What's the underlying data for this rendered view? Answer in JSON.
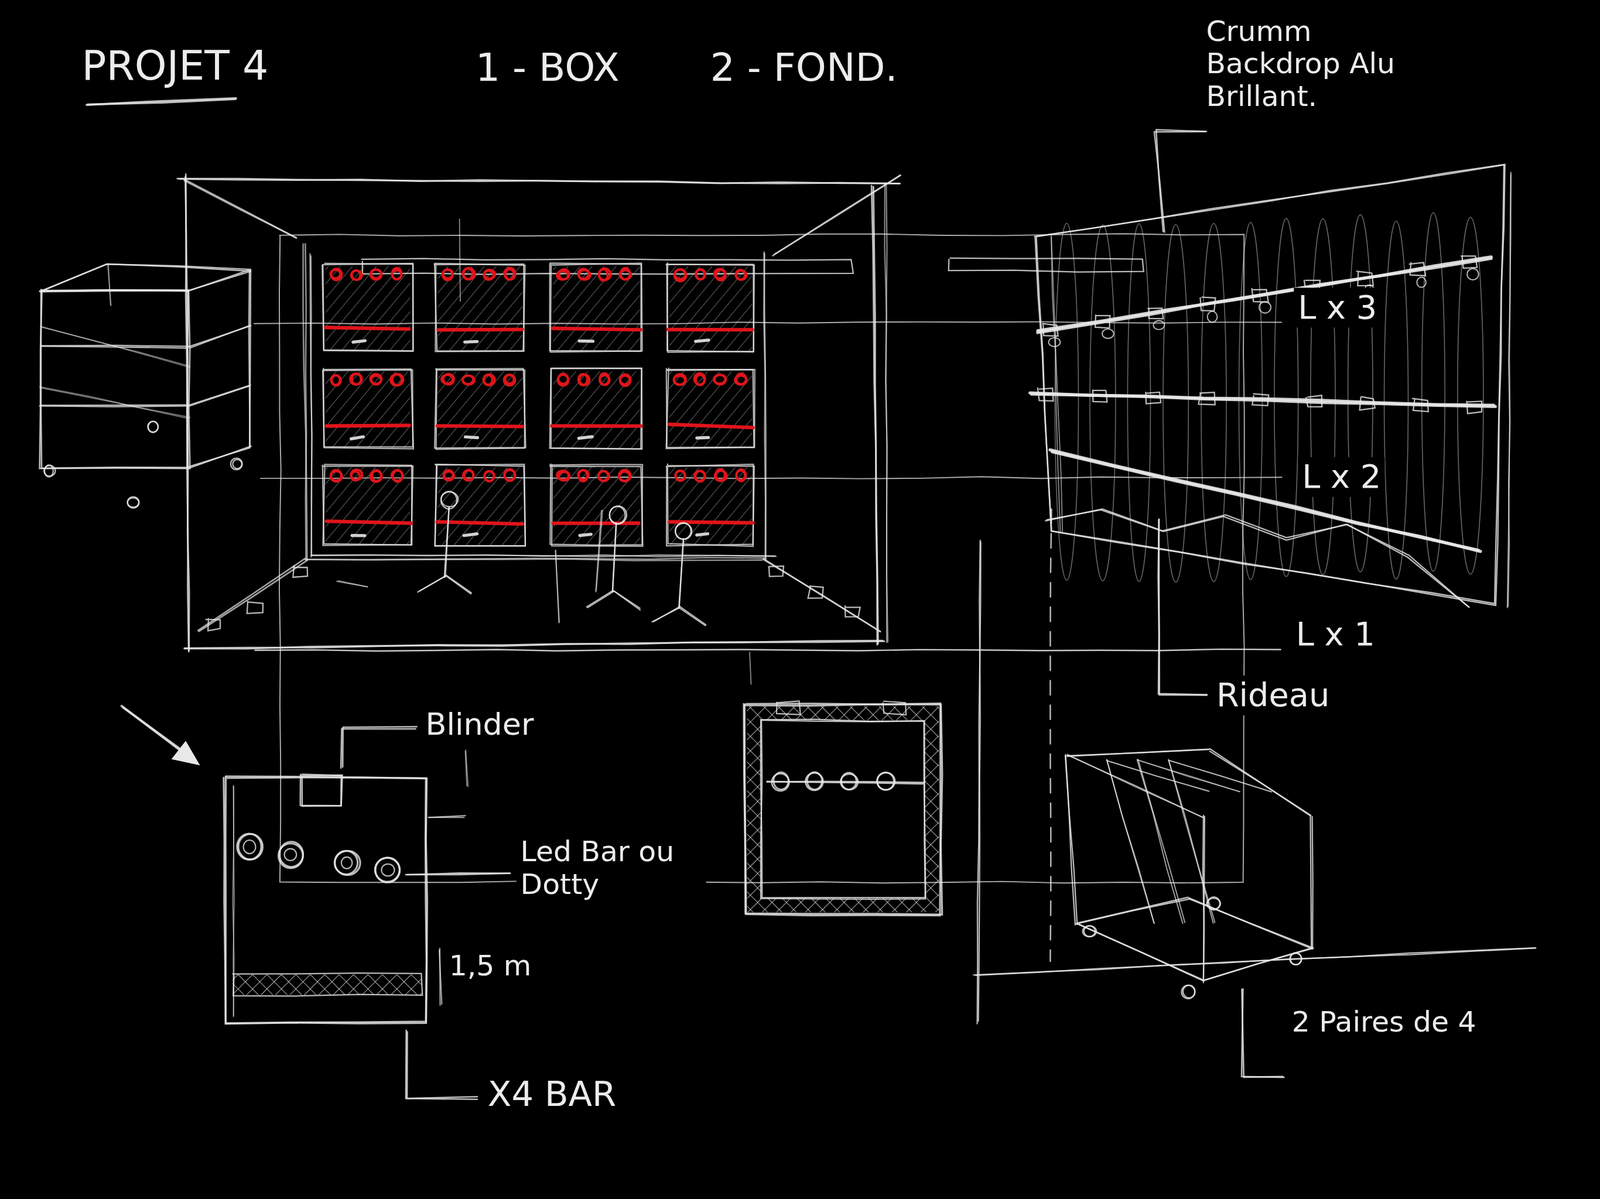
{
  "diagram": {
    "title": "PROJET 4",
    "labels": [
      "1 - BOX",
      "2 - FOND.",
      "Crumm Backdrop Alu Brillant.",
      "L x 3",
      "L x 2",
      "L x 1",
      "Rideau",
      "Blinder",
      "Led Bar ou Dotty",
      "1,5 m",
      "X4 BAR",
      "2 Paires de 4"
    ]
  }
}
